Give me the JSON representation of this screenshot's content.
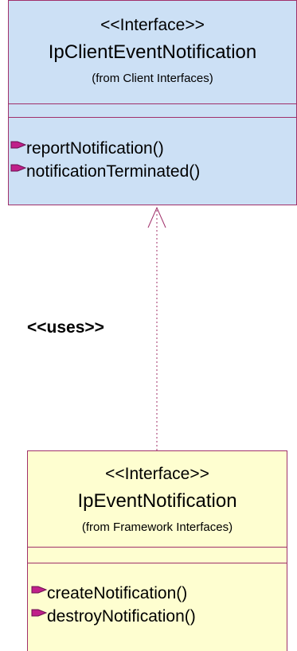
{
  "client_interface": {
    "stereotype": "<<Interface>>",
    "name": "IpClientEventNotification",
    "package": "(from Client Interfaces)",
    "operations": [
      "reportNotification()",
      "notificationTerminated()"
    ]
  },
  "framework_interface": {
    "stereotype": "<<Interface>>",
    "name": "IpEventNotification",
    "package": "(from Framework Interfaces)",
    "operations": [
      "createNotification()",
      "destroyNotification()"
    ]
  },
  "relationship": {
    "label": "<<uses>>"
  },
  "colors": {
    "client_fill": "#cce0f5",
    "framework_fill": "#fefed0",
    "border": "#a0306a",
    "operation_icon": "#c0208a"
  },
  "icons": {
    "operation": "operation-diamond-icon"
  }
}
